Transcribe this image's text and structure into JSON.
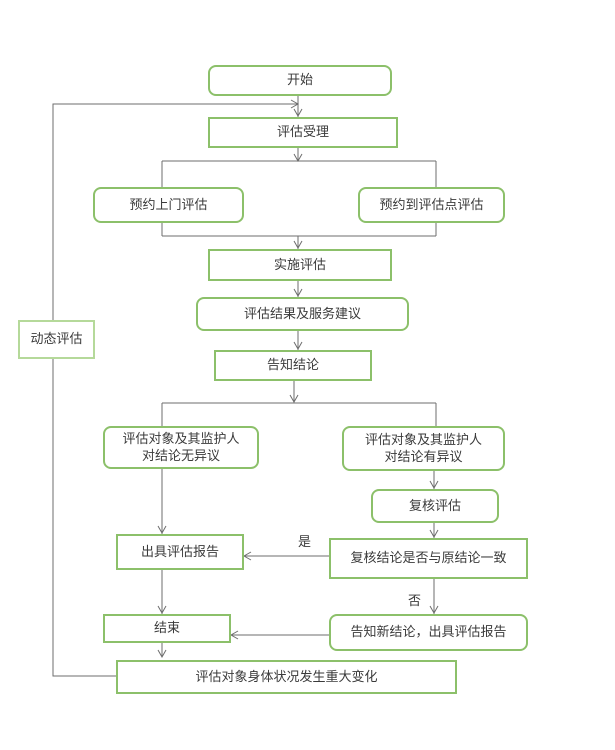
{
  "diagram": {
    "type": "flowchart",
    "colors": {
      "node_border": "#8cc06a",
      "connector": "#6e6e6e",
      "text": "#3a3a3a"
    },
    "nodes": {
      "start": "开始",
      "accept": "评估受理",
      "home_visit": "预约上门评估",
      "site_visit": "预约到评估点评估",
      "conduct": "实施评估",
      "result": "评估结果及服务建议",
      "notify": "告知结论",
      "dynamic": "动态评估",
      "no_objection": "评估对象及其监护人\n对结论无异议",
      "objection": "评估对象及其监护人\n对结论有异议",
      "review": "复核评估",
      "issue_report": "出具评估报告",
      "review_decision": "复核结论是否与原结论一致",
      "end": "结束",
      "new_conclusion": "告知新结论，出具评估报告",
      "major_change": "评估对象身体状况发生重大变化"
    },
    "edge_labels": {
      "yes": "是",
      "no": "否"
    }
  }
}
